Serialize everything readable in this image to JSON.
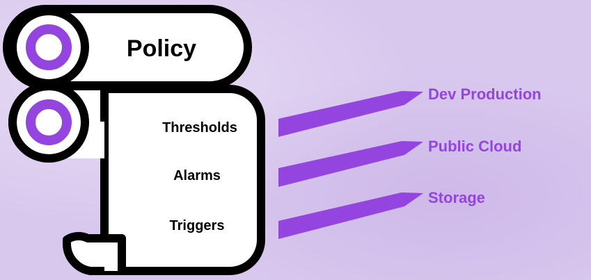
{
  "colors": {
    "background": "#d9c8ee",
    "outline": "#000000",
    "fill": "#ffffff",
    "accent": "#9444df",
    "ring_inner": "#ffffff"
  },
  "policy": {
    "title": "Policy"
  },
  "scroll": {
    "items": [
      {
        "label": "Thresholds"
      },
      {
        "label": "Alarms"
      },
      {
        "label": "Triggers"
      }
    ]
  },
  "destinations": [
    {
      "label": "Dev Production"
    },
    {
      "label": "Public Cloud"
    },
    {
      "label": "Storage"
    }
  ],
  "icons": {
    "top_ring": "ring-icon",
    "scroll_ring": "ring-icon",
    "arrows": "arrow-icon"
  }
}
